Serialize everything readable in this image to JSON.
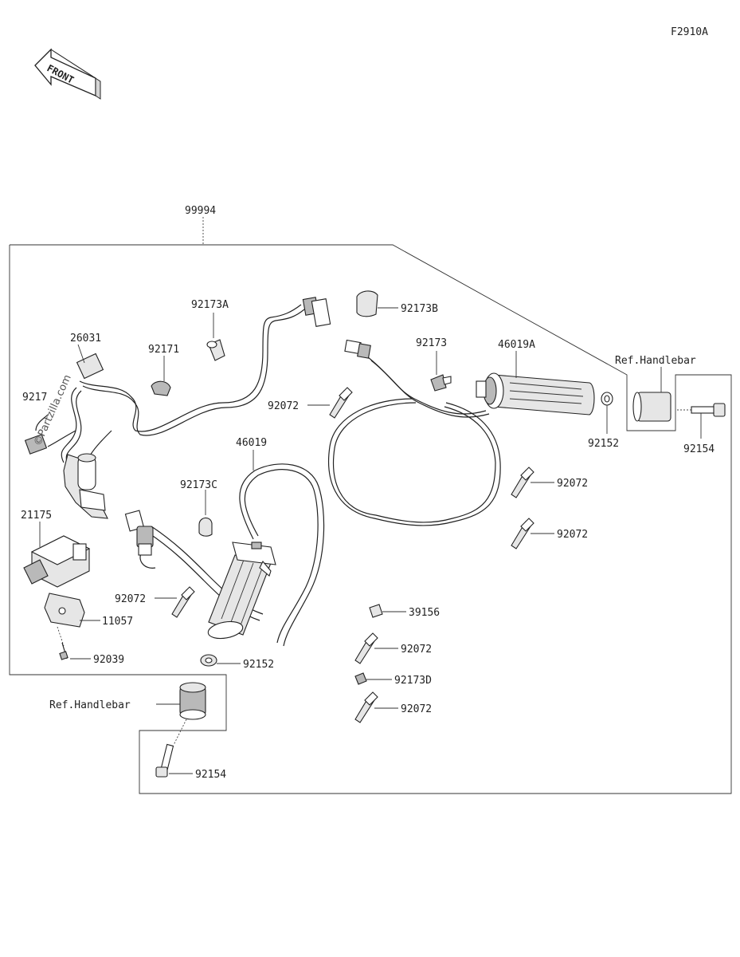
{
  "figure_code": "F2910A",
  "front_label": "FRONT",
  "watermark": "©Partzilla.com",
  "assembly_label": "99994",
  "ref_handlebar_right": "Ref.Handlebar",
  "ref_handlebar_left": "Ref.Handlebar",
  "parts": {
    "p26031": "26031",
    "p92171_left": "9217",
    "p92173A": "92173A",
    "p92171": "92171",
    "p92173B": "92173B",
    "p92173": "92173",
    "p46019A": "46019A",
    "p92072_a": "92072",
    "p92152_right": "92152",
    "p92154_right": "92154",
    "p92072_b": "92072",
    "p92072_c": "92072",
    "p46019": "46019",
    "p92173C": "92173C",
    "p21175": "21175",
    "p92072_d": "92072",
    "p11057": "11057",
    "p92039": "92039",
    "p92152_left": "92152",
    "p39156": "39156",
    "p92072_e": "92072",
    "p92173D": "92173D",
    "p92072_f": "92072",
    "p92154_left": "92154"
  }
}
